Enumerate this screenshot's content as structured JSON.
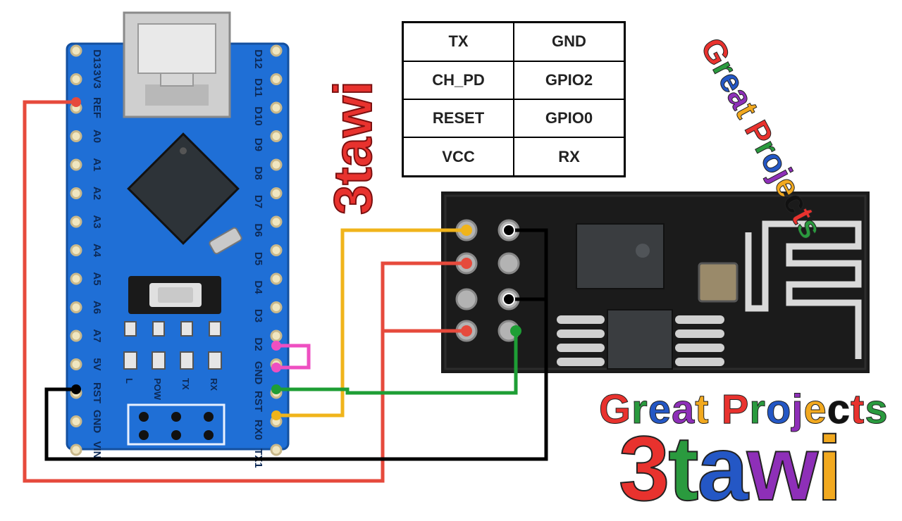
{
  "pinout_table": {
    "rows": [
      [
        "TX",
        "GND"
      ],
      [
        "CH_PD",
        "GPIO2"
      ],
      [
        "RESET",
        "GPIO0"
      ],
      [
        "VCC",
        "RX"
      ]
    ]
  },
  "arduino": {
    "left_pins": [
      "D13",
      "3V3",
      "REF",
      "A0",
      "A1",
      "A2",
      "A3",
      "A4",
      "A5",
      "A6",
      "A7",
      "5V",
      "RST",
      "GND",
      "VIN"
    ],
    "right_pins": [
      "D12",
      "D11",
      "D10",
      "D9",
      "D8",
      "D7",
      "D6",
      "D5",
      "D4",
      "D3",
      "D2",
      "GND",
      "RST",
      "RX0",
      "TX1"
    ],
    "leds": [
      "L",
      "POW",
      "TX",
      "RX"
    ]
  },
  "branding": {
    "side_logo": "3tawi",
    "corner_title": "Great Projects",
    "bottom_title": "Great Projects",
    "bottom_logo": "3tawi"
  },
  "colors": {
    "board_blue": "#1f6fd6",
    "module_black": "#1b1b1b",
    "wire_red": "#e64a3c",
    "wire_yellow": "#f0b41b",
    "wire_green": "#1e9e35",
    "wire_black": "#000000",
    "wire_magenta": "#ee4fc1",
    "logo_red": "#e8322e",
    "logo_green": "#2a9a3e",
    "logo_blue": "#2457c5",
    "logo_purple": "#8e2fb8"
  }
}
